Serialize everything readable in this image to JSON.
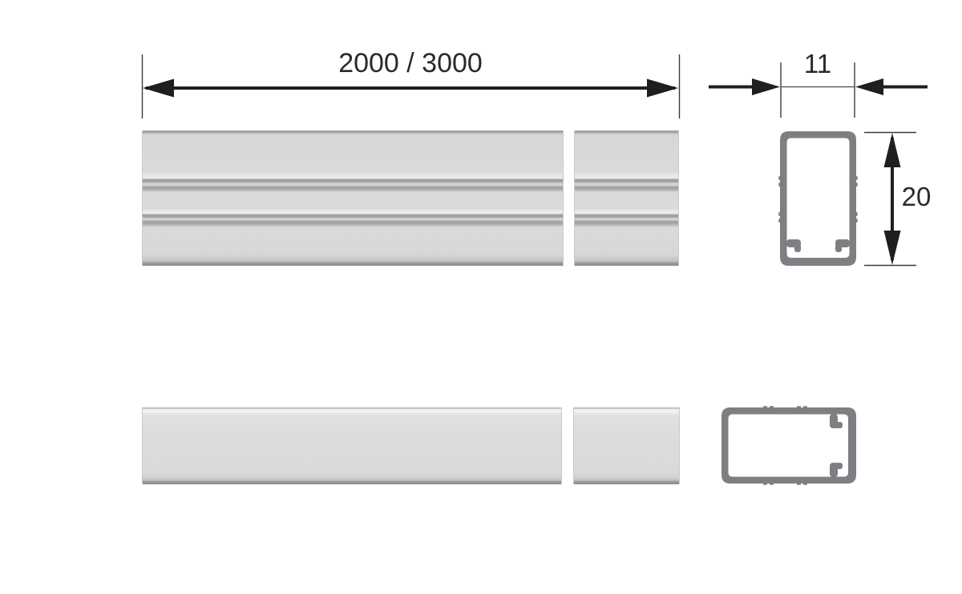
{
  "drawing": {
    "type": "aluminium-profile-dimension-drawing",
    "dimensions": {
      "length": {
        "label": "2000 / 3000"
      },
      "width": {
        "label": "11"
      },
      "height": {
        "label": "20"
      }
    },
    "colors": {
      "background": "#ffffff",
      "dimension_ink": "#1f1f1f",
      "text_ink": "#2a2a2a",
      "profile_gray": "#7f7f83",
      "bar_fill": "#dbdbdc",
      "bar_edge_dark": "#8e8e92"
    }
  }
}
